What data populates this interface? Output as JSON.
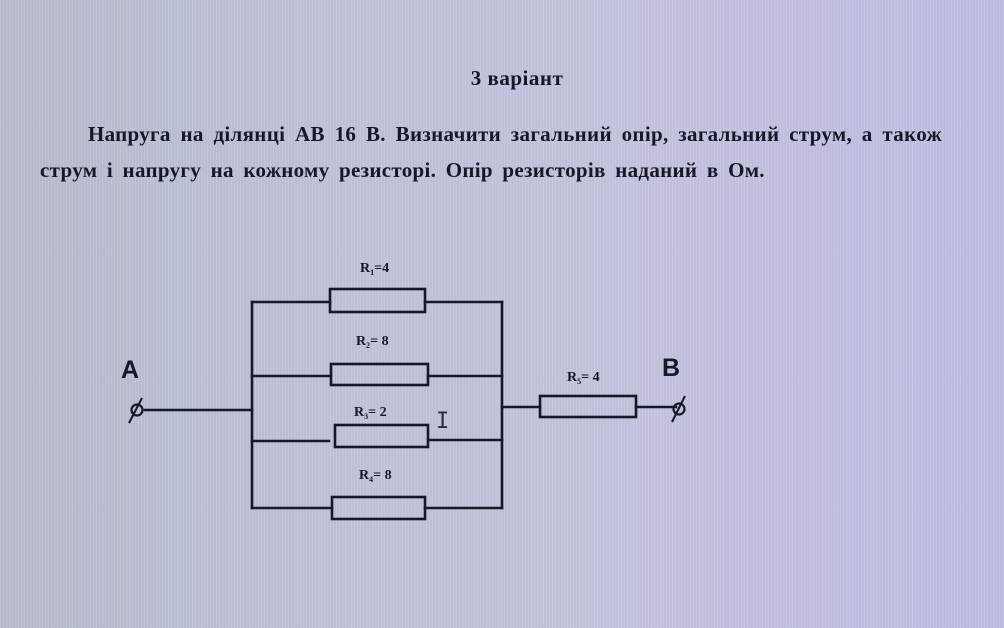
{
  "document": {
    "variant_title": "3  варіант",
    "problem_text": "Напруга на ділянці АВ 16 В. Визначити загальний опір, загальний струм, а також струм і напругу на кожному резисторі. Опір резисторів наданий в Ом."
  },
  "circuit": {
    "units": "Ом",
    "total_voltage_V": 16,
    "terminals": {
      "a": {
        "label": "A"
      },
      "b": {
        "label": "B"
      }
    },
    "resistors": [
      {
        "id": "R1",
        "letter": "R",
        "sub": "1",
        "eq": "=4",
        "value": 4,
        "connection": "parallel"
      },
      {
        "id": "R2",
        "letter": "R",
        "sub": "2",
        "eq": "= 8",
        "value": 8,
        "connection": "parallel"
      },
      {
        "id": "R3",
        "letter": "R",
        "sub": "3",
        "eq": "= 2",
        "value": 2,
        "connection": "parallel"
      },
      {
        "id": "R4",
        "letter": "R",
        "sub": "4",
        "eq": "= 8",
        "value": 8,
        "connection": "parallel"
      },
      {
        "id": "R5",
        "letter": "R",
        "sub": "5",
        "eq": "= 4",
        "value": 4,
        "connection": "series"
      }
    ],
    "topology": "(R1 || R2 || R3 || R4) in series with R5, between terminals A and B",
    "colors": {
      "wire": "#15172a",
      "background": "#c0c2dc"
    }
  },
  "overlay": {
    "cursor_glyph": "I",
    "cursor_icon": "text-cursor-icon"
  }
}
